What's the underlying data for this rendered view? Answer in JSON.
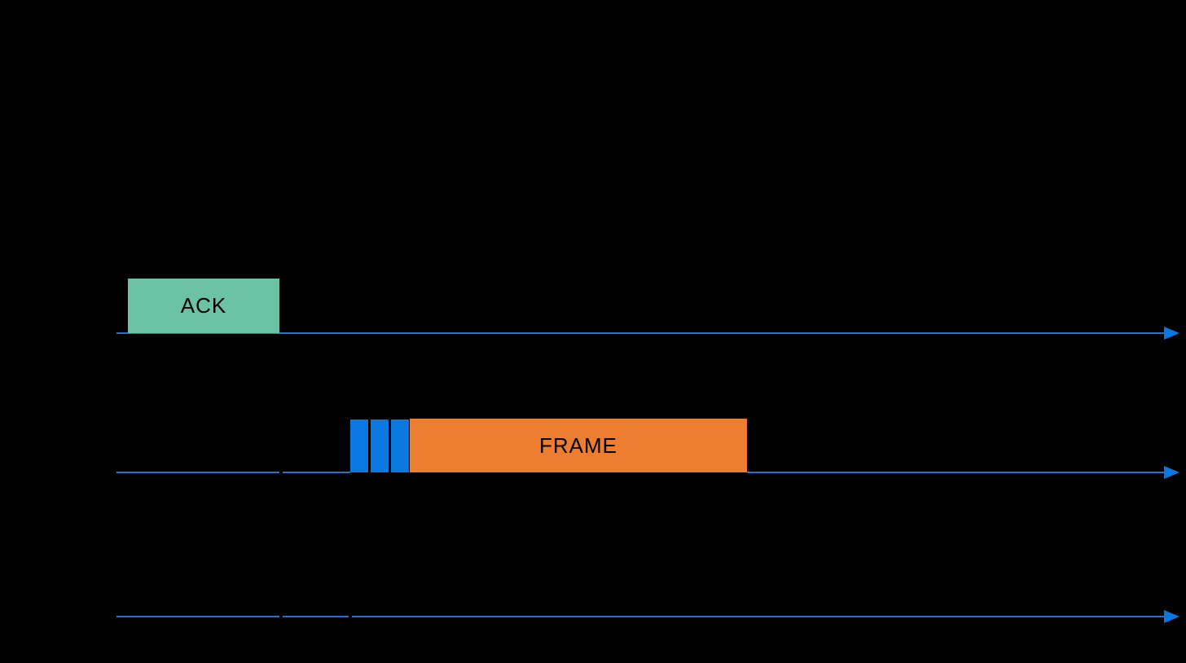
{
  "diagram": {
    "type": "timing-diagram",
    "background_color": "#000000",
    "timeline_color": "#2173cc",
    "arrowhead_color": "#0b77e0",
    "rows": [
      {
        "name": "timeline-top",
        "elements": [
          {
            "kind": "box",
            "label": "ACK",
            "fill": "#6bc2a4",
            "text_color": "#000000"
          }
        ]
      },
      {
        "name": "timeline-middle",
        "elements": [
          {
            "kind": "slot-group",
            "slot_count": 3,
            "fill": "#0b77e0"
          },
          {
            "kind": "box",
            "label": "FRAME",
            "fill": "#ed7d31",
            "text_color": "#000000"
          }
        ]
      },
      {
        "name": "timeline-bottom",
        "elements": []
      }
    ],
    "boxes": {
      "ack": {
        "label": "ACK"
      },
      "frame": {
        "label": "FRAME"
      }
    },
    "backoff_slots": {
      "count": 3,
      "fill": "#0b77e0"
    }
  }
}
